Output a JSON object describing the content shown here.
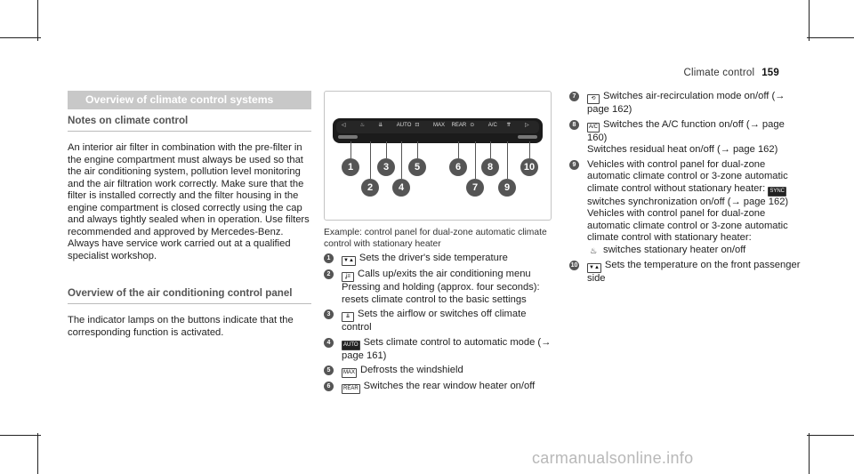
{
  "header": {
    "section": "Climate control",
    "page_number": "159"
  },
  "col1": {
    "section_title": "Overview of climate control systems",
    "notes_heading": "Notes on climate control",
    "notes_text": "An interior air filter in combination with the pre-filter in the engine compartment must always be used so that the air conditioning system, pollution level monitoring and the air filtration work correctly. Make sure that the filter is installed correctly and the filter housing in the engine compartment is closed correctly using the cap and always tightly sealed when in operation. Use filters recommended and approved by Mercedes-Benz. Always have service work carried out at a qualified specialist workshop.",
    "panel_heading": "Overview of the air conditioning control panel",
    "panel_text": "The indicator lamps on the buttons indicate that the corresponding function is activated."
  },
  "figure": {
    "panel_labels": [
      "◁",
      "♨",
      "⇊",
      "AUTO",
      "⊡",
      "MAX",
      "REAR",
      "⊙",
      "A/C",
      "⇈",
      "▷"
    ],
    "callouts": [
      "1",
      "2",
      "3",
      "4",
      "5",
      "6",
      "7",
      "8",
      "9",
      "10"
    ],
    "caption": "Example: control panel for dual-zone automatic climate control with stationary heater"
  },
  "items": [
    {
      "n": "1",
      "icon": "▼▲",
      "text": "Sets the driver's side temperature"
    },
    {
      "n": "2",
      "icon": "ʝ≡",
      "text": "Calls up/exits the air conditioning menu",
      "extra": "Pressing and holding (approx. four seconds): resets climate control to the basic settings"
    },
    {
      "n": "3",
      "icon": "⇊",
      "text": "Sets the airflow or switches off climate control"
    },
    {
      "n": "4",
      "icon": "AUTO",
      "text": "Sets climate control to automatic mode (→ page 161)"
    },
    {
      "n": "5",
      "icon": "MAX",
      "text": "Defrosts the windshield"
    },
    {
      "n": "6",
      "icon": "REAR",
      "text": "Switches the rear window heater on/off"
    },
    {
      "n": "7",
      "icon": "⟲",
      "text": "Switches air-recirculation mode on/off (→ page 162)"
    },
    {
      "n": "8",
      "icon": "A/C",
      "text": "Switches the A/C function on/off (→ page 160)",
      "extra": "Switches residual heat on/off (→ page 162)"
    },
    {
      "n": "9",
      "text": "Vehicles with control panel for dual-zone automatic climate control or 3-zone automatic climate control without stationary heater:",
      "inline_icon": "SYNC",
      "after": "switches synchronization on/off (→ page 162)",
      "text2": "Vehicles with control panel for dual-zone automatic climate control or 3-zone automatic climate control with stationary heater:",
      "inline_icon2": "♨",
      "after2": "switches stationary heater on/off"
    },
    {
      "n": "10",
      "icon": "▼▲",
      "text": "Sets the temperature on the front passenger side"
    }
  ],
  "watermark": "carmanualsonline.info"
}
